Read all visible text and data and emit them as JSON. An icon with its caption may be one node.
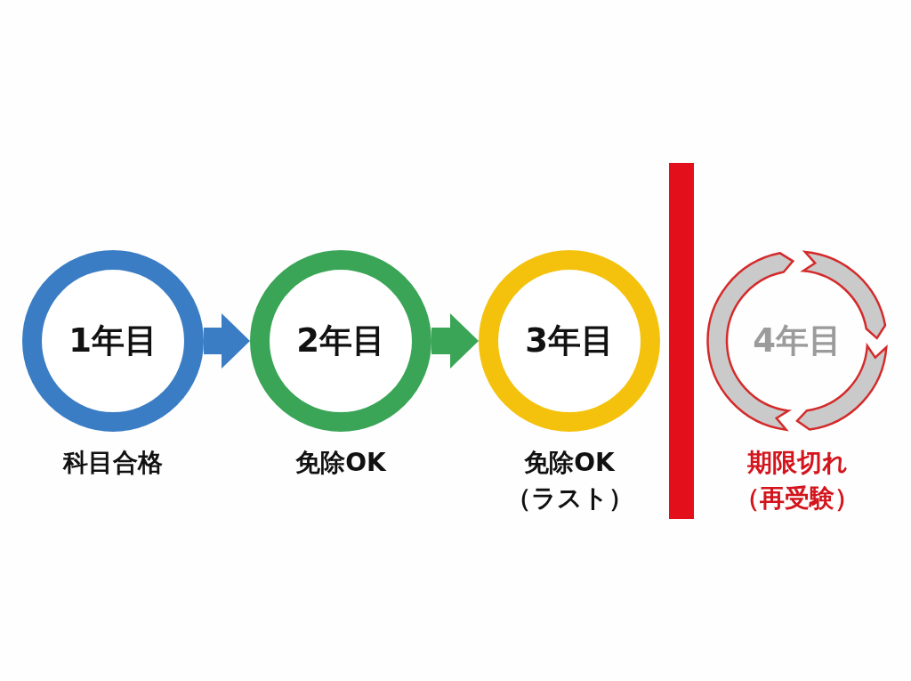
{
  "diagram": {
    "nodes": [
      {
        "text": [
          "1年目"
        ],
        "beside": [
          "科目合格"
        ]
      },
      {
        "text": [
          "2年目"
        ],
        "beside": [
          "免除OK"
        ]
      },
      {
        "text": [
          "3年目"
        ],
        "beside": [
          "免除OK（ラスト）"
        ]
      },
      {
        "text": [],
        "shape": "bar"
      },
      {
        "text": [
          "4年目"
        ],
        "beside": [
          "期限切れ（再受験）"
        ]
      }
    ],
    "edges": [
      {
        "from": 0,
        "to": 1,
        "arrow": "to",
        "color": "#3b7dc4"
      },
      {
        "from": 1,
        "to": 2,
        "arrow": "to",
        "color": "#3aa557"
      }
    ]
  }
}
